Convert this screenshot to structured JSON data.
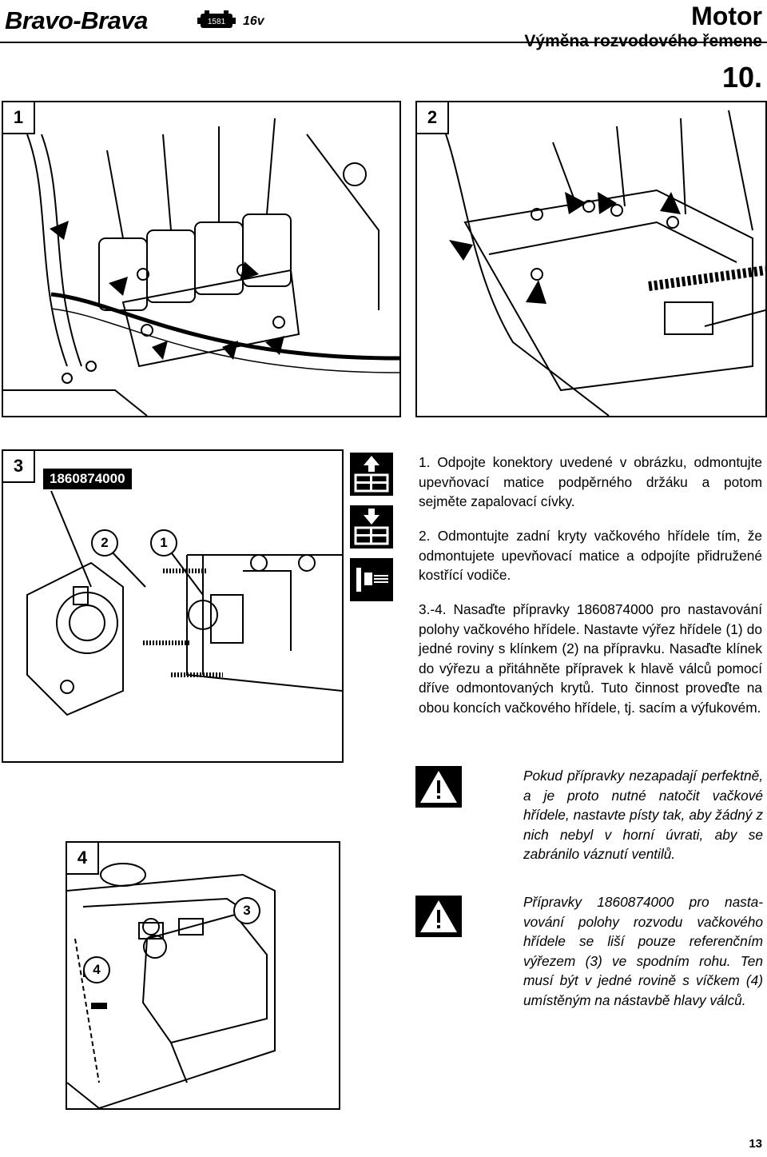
{
  "header": {
    "brand": "Bravo-Brava",
    "engine_code": "1581",
    "engine_variant": "16v",
    "chapter": "Motor",
    "subtitle": "Výměna rozvodového řemene",
    "section": "10."
  },
  "figures": [
    {
      "number": "1"
    },
    {
      "number": "2"
    },
    {
      "number": "3",
      "tool_label": "1860874000",
      "callouts": [
        "2",
        "1"
      ]
    },
    {
      "number": "4",
      "callouts": [
        "3",
        "4"
      ]
    }
  ],
  "steps": [
    {
      "text": "1. Odpojte konektory uvedené v obrázku, od­montujte upevňovací matice podpěrného dr­žáku a potom sejměte zapalovací cívky."
    },
    {
      "text": "2. Odmontujte zadní kryty vačkového hřídele tím, že odmontujete upevňovací matice a odpojíte přidružené kostřící vodiče."
    },
    {
      "text": "3.-4. Nasaďte přípravky 1860874000 pro nasta­vování polohy vačkového hřídele. Nastavte výřez hřídele (1) do jedné roviny s klínkem (2) na přípravku. Nasaďte klínek do výřezu a přitáhněte přípravek k hlavě válců pomocí dříve odmontovaných krytů. Tuto činnost proveďte na obou koncích vačkového hří­dele, tj. sacím a výfukovém."
    }
  ],
  "warnings": [
    {
      "text": "Pokud přípravky nezapadají per­fektně, a je proto nutné natočit vačkové hřídele, nastavte písty tak, aby žádný z nich nebyl v horní úvrati, aby se zabránilo váznutí ventilů."
    },
    {
      "text": "Přípravky 1860874000 pro nasta­vování polohy rozvodu vačko­vého hřídele se liší pouze refe­renčním výřezem (3) ve spodním rohu. Ten musí být v jedné rovině s víčkem (4) umístěným na nás­tavbě hlavy válců."
    }
  ],
  "icons": [
    "remove-icon",
    "install-icon",
    "adjust-icon",
    "warning-icon",
    "warning-icon"
  ],
  "page_number": "13"
}
